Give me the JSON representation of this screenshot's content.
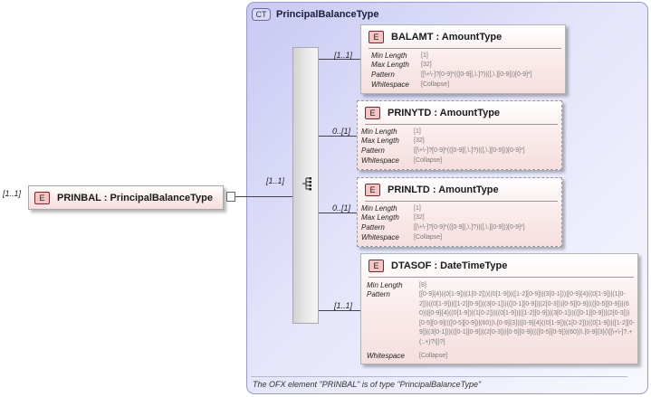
{
  "complex_type": {
    "badge": "CT",
    "name": "PrincipalBalanceType",
    "footer": "The OFX element \"PRINBAL\" is of type \"PrincipalBalanceType\""
  },
  "root_element": {
    "badge": "E",
    "cardinality": "[1..1]",
    "label": "PRINBAL : PrincipalBalanceType"
  },
  "sequence": {
    "cardinality": "[1..1]"
  },
  "facet_labels": {
    "min_length": "Min Length",
    "max_length": "Max Length",
    "pattern": "Pattern",
    "whitespace": "Whitespace"
  },
  "children": [
    {
      "badge": "E",
      "label": "BALAMT : AmountType",
      "cardinality": "[1..1]",
      "optional": false,
      "min_length": "[1]",
      "max_length": "[32]",
      "pattern": "[[\\+\\-]?[0-9]*(([0-9][,\\.]?)|([,\\.][0-9]))[0-9]*]",
      "whitespace": "[Collapse]"
    },
    {
      "badge": "E",
      "label": "PRINYTD : AmountType",
      "cardinality": "0..[1]",
      "optional": true,
      "min_length": "[1]",
      "max_length": "[32]",
      "pattern": "[[\\+\\-]?[0-9]*(([0-9][,\\.]?)|([,\\.][0-9]))[0-9]*]",
      "whitespace": "[Collapse]"
    },
    {
      "badge": "E",
      "label": "PRINLTD : AmountType",
      "cardinality": "0..[1]",
      "optional": true,
      "min_length": "[1]",
      "max_length": "[32]",
      "pattern": "[[\\+\\-]?[0-9]*(([0-9][,\\.]?)|([,\\.][0-9]))[0-9]*]",
      "whitespace": "[Collapse]"
    },
    {
      "badge": "E",
      "label": "DTASOF : DateTimeType",
      "cardinality": "[1..1]",
      "optional": false,
      "min_length": "[8]",
      "pattern": "[[0-9]{4}((0[1-9])|(1[0-2]))((0[1-9])|([1-2][0-9])|(3[0-1]))|[0-9]{4}((0[1-9])|(1[0-2]))((0[1-9])|([1-2][0-9])|(3[0-1]))(([0-1][0-9])|(2[0-3]))[0-5][0-9]((([0-5][0-9])|(60))|[0-9]{4}((0[1-9])|(1[0-2]))((0[1-9])|([1-2][0-9])|(3[0-1]))(([0-1][0-9])|(2[0-3]))[0-5][0-9]((([0-5][0-9])|(60))\\.[0-9]{3})|[0-9]{4}((0[1-9])|(1[0-2]))((0[1-9])|([1-2][0-9])|(3[0-1]))(([0-1][0-9])|(2[0-3]))[0-5][0-9]((([0-5][0-9])|(60))\\.[0-9]{3}(\\[[\\+\\-]?.+(:.+)?\\])?]",
      "whitespace": "[Collapse]"
    }
  ]
}
